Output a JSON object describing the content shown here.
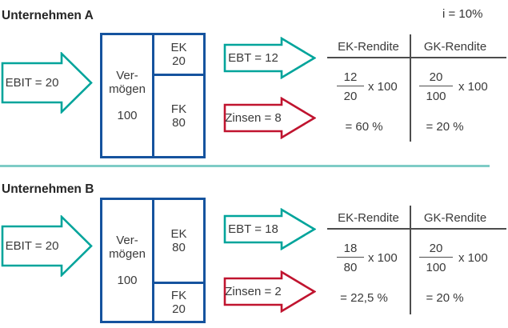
{
  "header": {
    "interest_note": "i = 10%"
  },
  "colors": {
    "teal_arrow": "#00a49b",
    "red_arrow": "#c0142f",
    "box_blue": "#15539e",
    "divider_teal": "#7fccc6",
    "table_line": "#4d4d4d",
    "text": "#3a3a3a"
  },
  "sections": [
    {
      "title": "Unternehmen A",
      "ebit_label": "EBIT = 20",
      "ebt_label": "EBT = 12",
      "zinsen_label": "Zinsen = 8",
      "balance": {
        "asset_label_line1": "Ver-",
        "asset_label_line2": "mögen",
        "asset_value": "100",
        "equity_label": "EK",
        "equity_value": "20",
        "debt_label": "FK",
        "debt_value": "80"
      },
      "returns": {
        "equity_header": "EK-Rendite",
        "total_header": "GK-Rendite",
        "equity_numerator": "12",
        "equity_denominator": "20",
        "equity_multiplier": "x 100",
        "equity_result": "= 60 %",
        "total_numerator": "20",
        "total_denominator": "100",
        "total_multiplier": "x 100",
        "total_result": "= 20 %"
      }
    },
    {
      "title": "Unternehmen B",
      "ebit_label": "EBIT = 20",
      "ebt_label": "EBT = 18",
      "zinsen_label": "Zinsen = 2",
      "balance": {
        "asset_label_line1": "Ver-",
        "asset_label_line2": "mögen",
        "asset_value": "100",
        "equity_label": "EK",
        "equity_value": "80",
        "debt_label": "FK",
        "debt_value": "20"
      },
      "returns": {
        "equity_header": "EK-Rendite",
        "total_header": "GK-Rendite",
        "equity_numerator": "18",
        "equity_denominator": "80",
        "equity_multiplier": "x 100",
        "equity_result": "= 22,5 %",
        "total_numerator": "20",
        "total_denominator": "100",
        "total_multiplier": "x 100",
        "total_result": "= 20 %"
      }
    }
  ]
}
